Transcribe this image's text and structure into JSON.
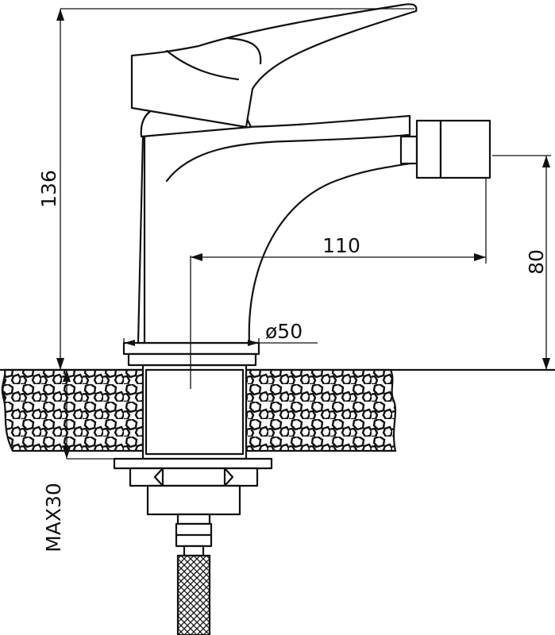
{
  "dimensions": {
    "height_total": "136",
    "spout_reach": "110",
    "spout_height": "80",
    "base_diameter": "ø50",
    "max_thickness": "MAX30"
  },
  "colors": {
    "line": "#111111",
    "background": "#ffffff"
  }
}
